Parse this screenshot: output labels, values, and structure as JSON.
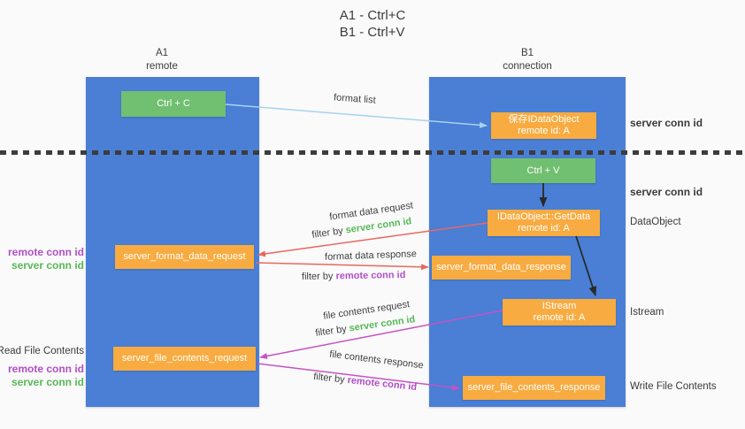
{
  "title": {
    "line1": "A1 - Ctrl+C",
    "line2": "B1 - Ctrl+V"
  },
  "lifelines": {
    "a1": {
      "name": "A1",
      "role": "remote"
    },
    "b1": {
      "name": "B1",
      "role": "connection"
    }
  },
  "nodes": {
    "ctrl_c": {
      "label": "Ctrl + C"
    },
    "save_idataobject": {
      "line1": "保存IDataObject",
      "line2": "remote id: A"
    },
    "ctrl_v": {
      "label": "Ctrl + V"
    },
    "getdata": {
      "line1": "IDataObject::GetData",
      "line2": "remote id: A"
    },
    "format_request": {
      "label": "server_format_data_request"
    },
    "format_response": {
      "label": "server_format_data_response"
    },
    "istream": {
      "line1": "IStream",
      "line2": "remote id: A"
    },
    "file_request": {
      "label": "server_file_contents_request"
    },
    "file_response": {
      "label": "server_file_contents_response"
    }
  },
  "messages": {
    "format_list": {
      "text": "format list"
    },
    "format_data_request": {
      "text": "format data request",
      "filter_prefix": "filter by",
      "filter_key": "server conn id"
    },
    "format_data_response": {
      "text": "format data response",
      "filter_prefix": "filter by",
      "filter_key": "remote conn id"
    },
    "file_contents_request": {
      "text": "file contents request",
      "filter_prefix": "filter by",
      "filter_key": "server conn id"
    },
    "file_contents_response": {
      "text": "file contents response",
      "filter_prefix": "filter by",
      "filter_key": "remote conn id"
    }
  },
  "annotations": {
    "right": {
      "server_conn_top": "server conn id",
      "server_conn_mid": "server conn id",
      "dataobject": "DataObject",
      "istream": "Istream",
      "write_file_contents": "Write File Contents"
    },
    "left": {
      "remote_conn_top": "remote conn id",
      "server_conn_top": "server conn id",
      "read_file_contents": "Read File Contents",
      "remote_conn_bottom": "remote conn id",
      "server_conn_bottom": "server conn id"
    }
  },
  "colors": {
    "lifeline_blue": "#4a7fd5",
    "action_green": "#71bf71",
    "node_orange": "#f8ab40",
    "server_conn_green": "#57b857",
    "remote_conn_purple": "#b14fc8",
    "arrow_blue": "#a5d3f0",
    "arrow_red": "#e8685e",
    "arrow_magenta": "#c553c5",
    "arrow_black": "#2a2a2a",
    "divider_dark": "#3c3c3c"
  }
}
